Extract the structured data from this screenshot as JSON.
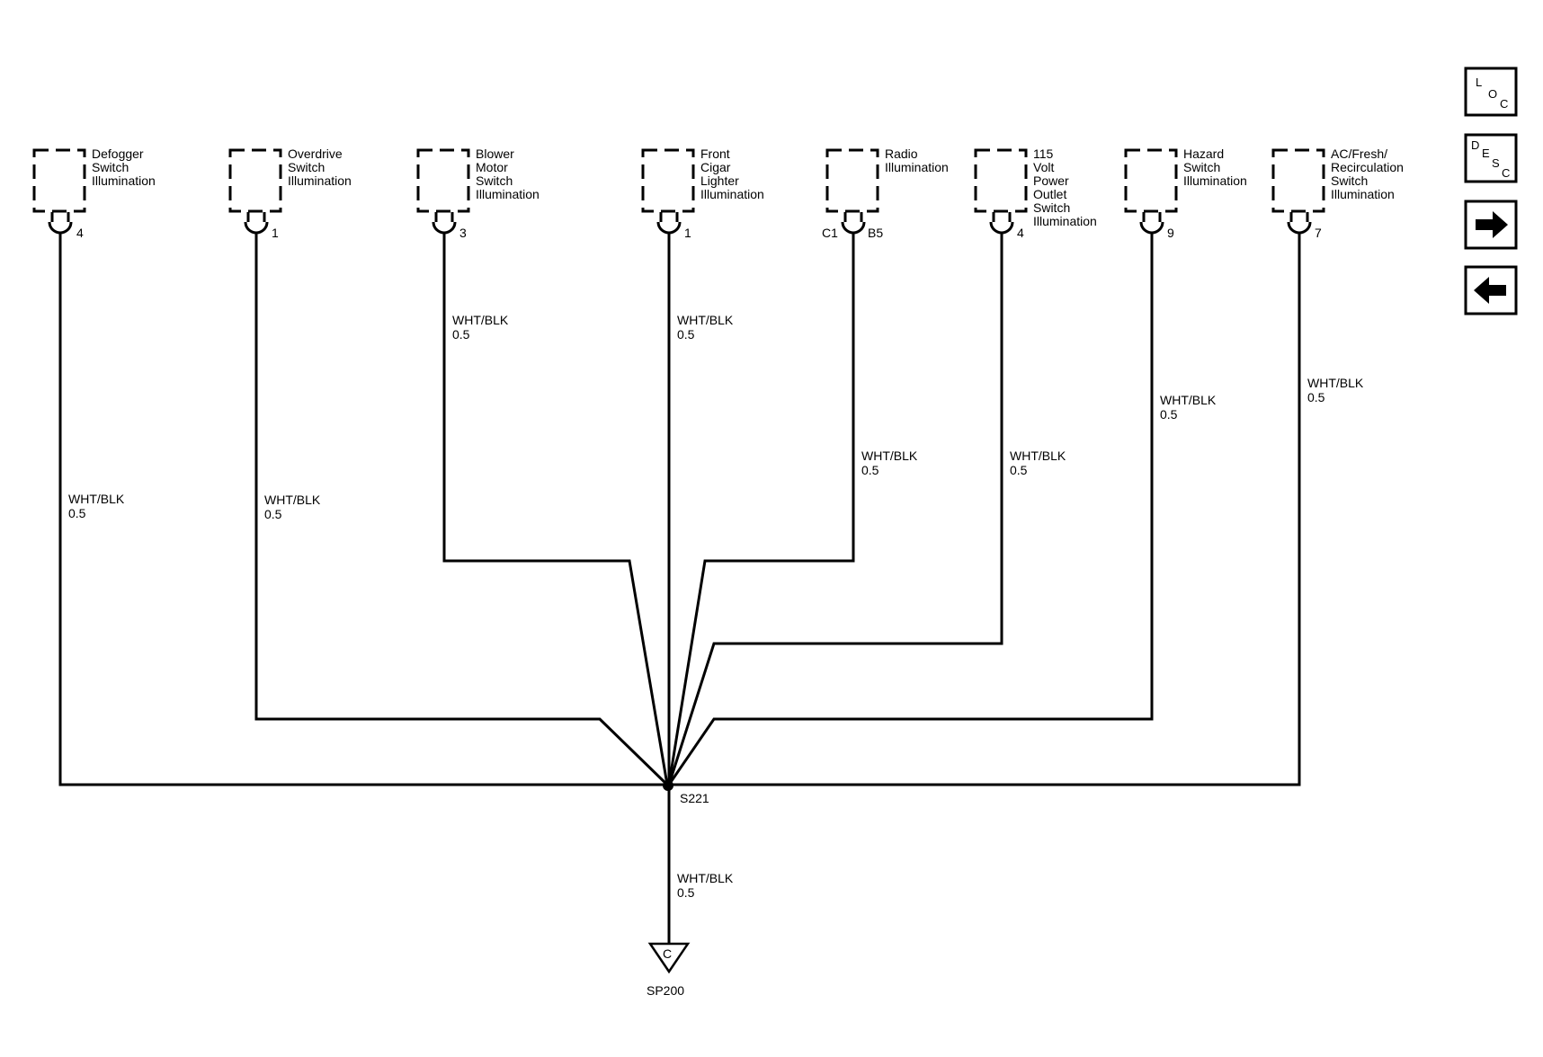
{
  "components": [
    {
      "id": "defogger",
      "lines": [
        "Defogger",
        "Switch",
        "Illumination"
      ],
      "pin": "4"
    },
    {
      "id": "overdrive",
      "lines": [
        "Overdrive",
        "Switch",
        "Illumination"
      ],
      "pin": "1"
    },
    {
      "id": "blower",
      "lines": [
        "Blower",
        "Motor",
        "Switch",
        "Illumination"
      ],
      "pin": "3"
    },
    {
      "id": "cigar",
      "lines": [
        "Front",
        "Cigar",
        "Lighter",
        "Illumination"
      ],
      "pin": "1"
    },
    {
      "id": "radio",
      "lines": [
        "Radio",
        "Illumination"
      ],
      "pin": "B5",
      "connector": "C1"
    },
    {
      "id": "outlet",
      "lines": [
        "115",
        "Volt",
        "Power",
        "Outlet",
        "Switch",
        "Illumination"
      ],
      "pin": "4"
    },
    {
      "id": "hazard",
      "lines": [
        "Hazard",
        "Switch",
        "Illumination"
      ],
      "pin": "9"
    },
    {
      "id": "ac",
      "lines": [
        "AC/Fresh/",
        "Recirculation",
        "Switch",
        "Illumination"
      ],
      "pin": "7"
    }
  ],
  "wire_labels": {
    "defogger": [
      "WHT/BLK",
      "0.5"
    ],
    "overdrive": [
      "WHT/BLK",
      "0.5"
    ],
    "blower": [
      "WHT/BLK",
      "0.5"
    ],
    "cigar": [
      "WHT/BLK",
      "0.5"
    ],
    "radio": [
      "WHT/BLK",
      "0.5"
    ],
    "outlet": [
      "WHT/BLK",
      "0.5"
    ],
    "hazard": [
      "WHT/BLK",
      "0.5"
    ],
    "ac": [
      "WHT/BLK",
      "0.5"
    ],
    "ground": [
      "WHT/BLK",
      "0.5"
    ]
  },
  "splice": {
    "label": "S221"
  },
  "ground": {
    "symbol": "C",
    "label": "SP200"
  },
  "nav": {
    "loc": [
      "L",
      "O",
      "C"
    ],
    "desc": [
      "D",
      "E",
      "S",
      "C"
    ]
  }
}
